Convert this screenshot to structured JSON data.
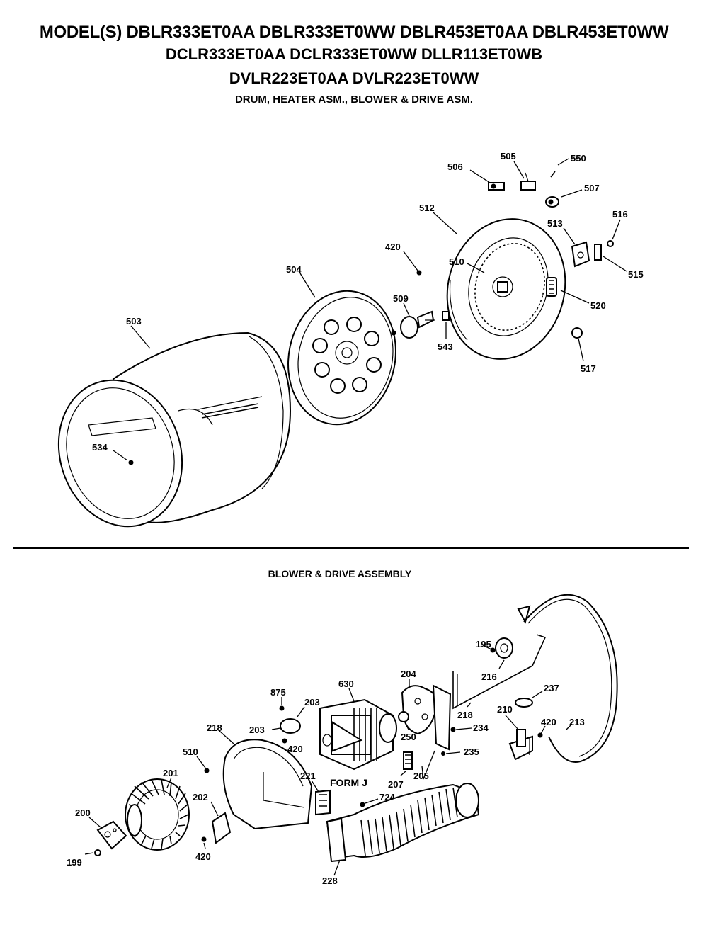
{
  "header": {
    "line1": "MODEL(S) DBLR333ET0AA  DBLR333ET0WW  DBLR453ET0AA  DBLR453ET0WW",
    "line2": "DCLR333ET0AA  DCLR333ET0WW  DLLR113ET0WB",
    "line3": "DVLR223ET0AA  DVLR223ET0WW",
    "subtitle": "DRUM, HEATER ASM., BLOWER & DRIVE ASM."
  },
  "section2_title": "BLOWER & DRIVE ASSEMBLY",
  "callouts": {
    "drum": "503",
    "drum_inner": "534",
    "front_bulkhead": "504",
    "screw_420_top": "420",
    "bearing_509": "509",
    "pin_543": "543",
    "rear_bulkhead": "512",
    "seal_510": "510",
    "part_506": "506",
    "part_505": "505",
    "part_550": "550",
    "part_507": "507",
    "part_513": "513",
    "part_516": "516",
    "part_515": "515",
    "heater_520": "520",
    "part_517": "517",
    "part_195": "195",
    "pulley_216": "216",
    "part_218_upper": "218",
    "part_237": "237",
    "part_204": "204",
    "motor_630": "630",
    "part_875": "875",
    "part_203_a": "203",
    "part_203_b": "203",
    "housing_218": "218",
    "part_420_mid": "420",
    "part_250": "250",
    "part_234": "234",
    "part_235": "235",
    "idler_210": "210",
    "part_420_right": "420",
    "belt_213": "213",
    "part_510_lower": "510",
    "wheel_201": "201",
    "part_221": "221",
    "form_j": "FORM J",
    "part_207": "207",
    "part_205": "205",
    "part_724": "724",
    "cover_200": "200",
    "part_202": "202",
    "part_420_lower": "420",
    "part_199": "199",
    "duct_228": "228"
  }
}
